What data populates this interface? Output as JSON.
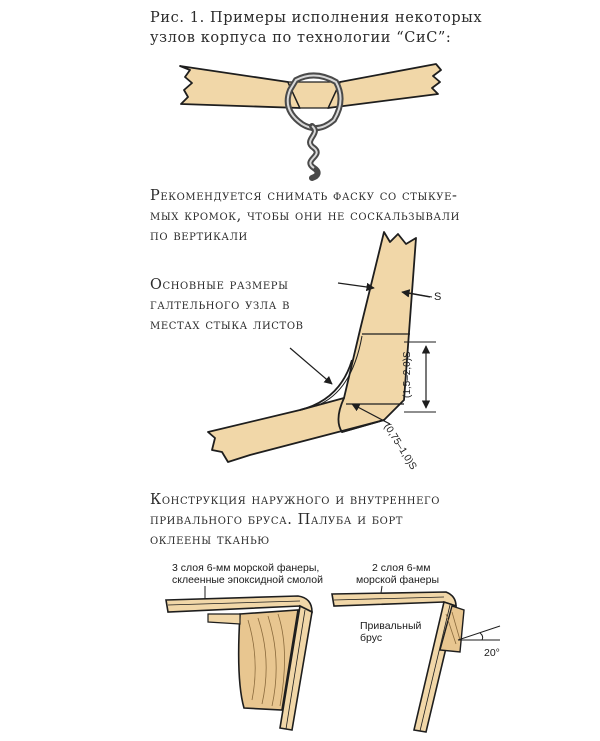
{
  "colors": {
    "wood": "#f1d7a8",
    "wood_dark": "#e3bf83",
    "ink": "#1e1e1e",
    "text": "#2b2b2b"
  },
  "captions": {
    "fig1": [
      "Рис. 1. Примеры исполнения некоторых",
      "узлов корпуса по технологии “СиС”:"
    ],
    "chamfer": [
      "Рекомендуется снимать фаску со стыкуе-",
      "мых кромок, чтобы они не соскальзывали",
      "по вертикали"
    ],
    "dimensions": [
      "Основные размеры",
      "галтельного узла в",
      "местах стыка листов"
    ],
    "rubbing_strake": [
      "Конструкция наружного и внутреннего",
      "привального бруса. Палуба и борт",
      "оклеены тканью"
    ]
  },
  "labels": {
    "s": "S",
    "fillet_length": "(1,5–2,0)S",
    "fillet_radius": "(0,75–1,0)S",
    "outer_plywood": [
      "3 слоя 6-мм морской фанеры,",
      "склеенные эпоксидной смолой"
    ],
    "inner_plywood": [
      "2 слоя 6-мм",
      "морской фанеры"
    ],
    "strake": [
      "Привальный",
      "брус"
    ],
    "angle": "20°"
  }
}
